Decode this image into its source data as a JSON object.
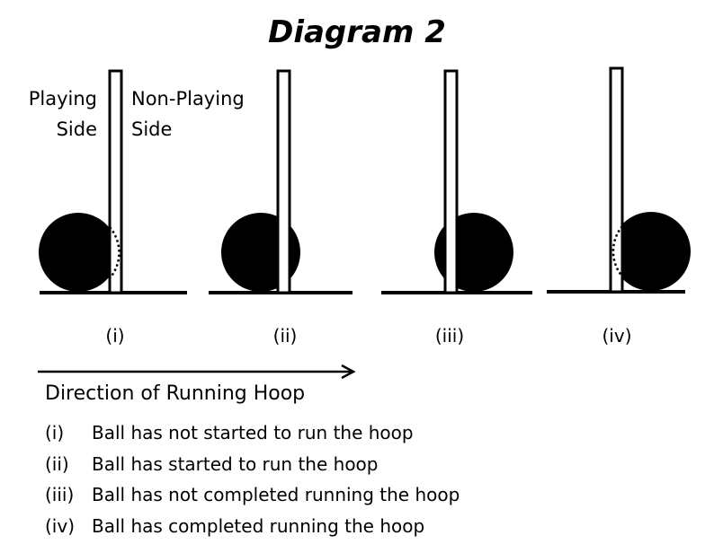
{
  "title": "Diagram 2",
  "labels": {
    "playing_side": "Playing Side",
    "non_playing_side": "Non-Playing Side"
  },
  "panels": [
    {
      "id": "i",
      "label": "(i)"
    },
    {
      "id": "ii",
      "label": "(ii)"
    },
    {
      "id": "iii",
      "label": "(iii)"
    },
    {
      "id": "iv",
      "label": "(iv)"
    }
  ],
  "direction_label": "Direction of Running Hoop",
  "legend": [
    {
      "key": "(i)",
      "text": "Ball has not started to run the hoop"
    },
    {
      "key": "(ii)",
      "text": "Ball has started to run the hoop"
    },
    {
      "key": "(iii)",
      "text": "Ball has not completed running the hoop"
    },
    {
      "key": "(iv)",
      "text": "Ball has completed running the hoop"
    }
  ],
  "colors": {
    "ink": "#000000",
    "background": "#ffffff"
  }
}
